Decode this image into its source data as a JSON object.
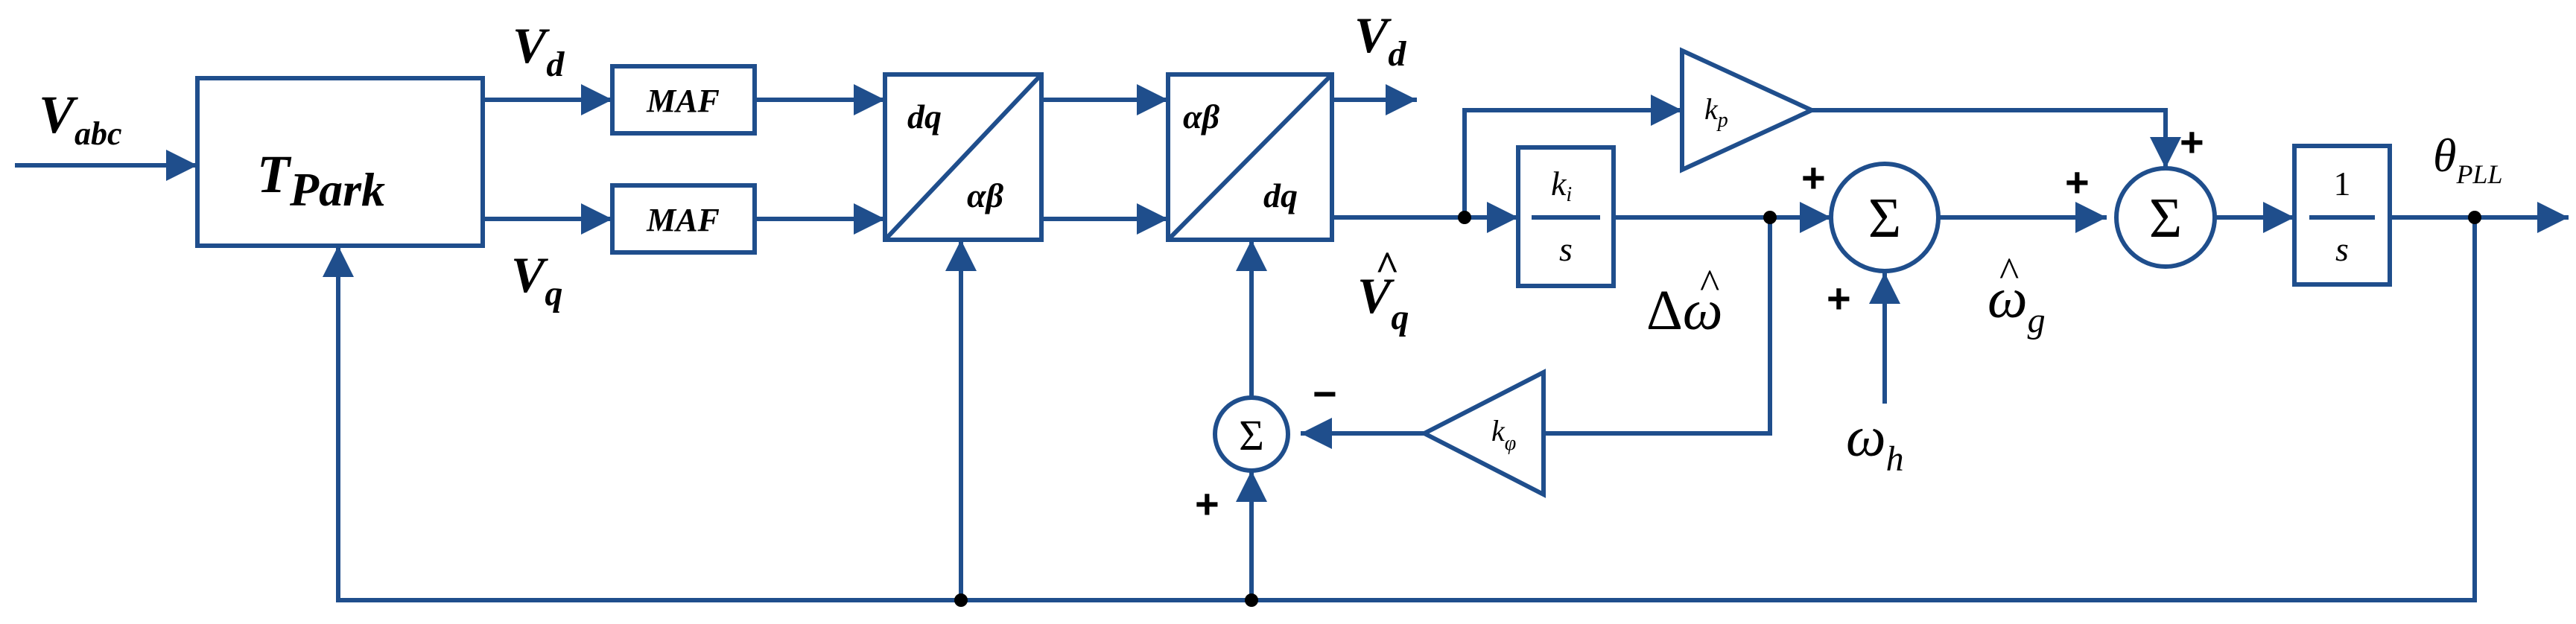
{
  "blocks": {
    "park": {
      "main": "T",
      "sub": "Park"
    },
    "maf_top": "MAF",
    "maf_bottom": "MAF",
    "dq_ab": {
      "top": "dq",
      "bottom": "αβ"
    },
    "ab_dq": {
      "top": "αβ",
      "bottom": "dq"
    },
    "kp_gain": {
      "main": "k",
      "sub": "p"
    },
    "ki_over_s": {
      "num_main": "k",
      "num_sub": "i",
      "den": "s"
    },
    "kphi_gain": {
      "main": "k",
      "sub": "φ"
    },
    "integrator": {
      "num": "1",
      "den": "s"
    },
    "sum_symbol": "Σ"
  },
  "signals": {
    "vabc": {
      "main": "V",
      "sub": "abc"
    },
    "vd_park": {
      "main": "V",
      "sub": "d"
    },
    "vq_park": {
      "main": "V",
      "sub": "q"
    },
    "vd_out": {
      "main": "V",
      "sub": "d"
    },
    "vq_hat": {
      "hat": "^",
      "main": "V",
      "sub": "q"
    },
    "delta_omega": {
      "delta": "Δ",
      "hat": "^",
      "main": "ω"
    },
    "omega_g": {
      "hat": "^",
      "main": "ω",
      "sub": "g"
    },
    "omega_h": {
      "main": "ω",
      "sub": "h"
    },
    "theta_pll": {
      "main": "θ",
      "sub": "PLL"
    }
  },
  "signs": {
    "sum1_left": "+",
    "sum1_bottom": "+",
    "sum2_left": "+",
    "sum2_top": "+",
    "sum3_right": "−",
    "sum3_bottom": "+"
  }
}
